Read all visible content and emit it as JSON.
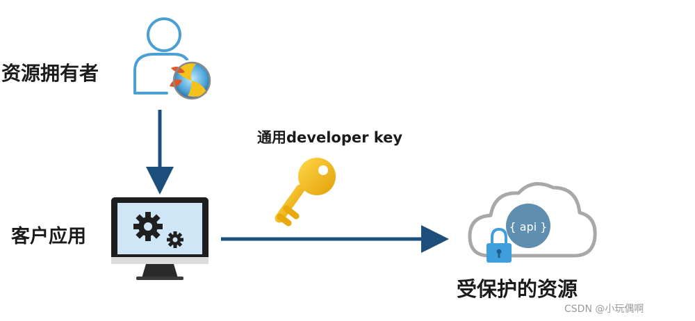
{
  "nodes": {
    "owner": {
      "label": "资源拥有者"
    },
    "client": {
      "label": "客户应用"
    },
    "resource": {
      "label": "受保护的资源",
      "api_text": "{ api }"
    }
  },
  "edge": {
    "key_label": "通用developer key"
  },
  "watermark": "CSDN @小玩偶啊",
  "colors": {
    "arrow": "#1d4f7d",
    "user_outline": "#4a9fd4",
    "key_gold": "#f2b90f",
    "monitor_body": "#1d1d1f",
    "screen_blue": "#cfe6f7",
    "api_circle": "#5e8fb1",
    "lock_blue": "#3f9fdc",
    "cloud_gray": "#a8a8a8"
  }
}
